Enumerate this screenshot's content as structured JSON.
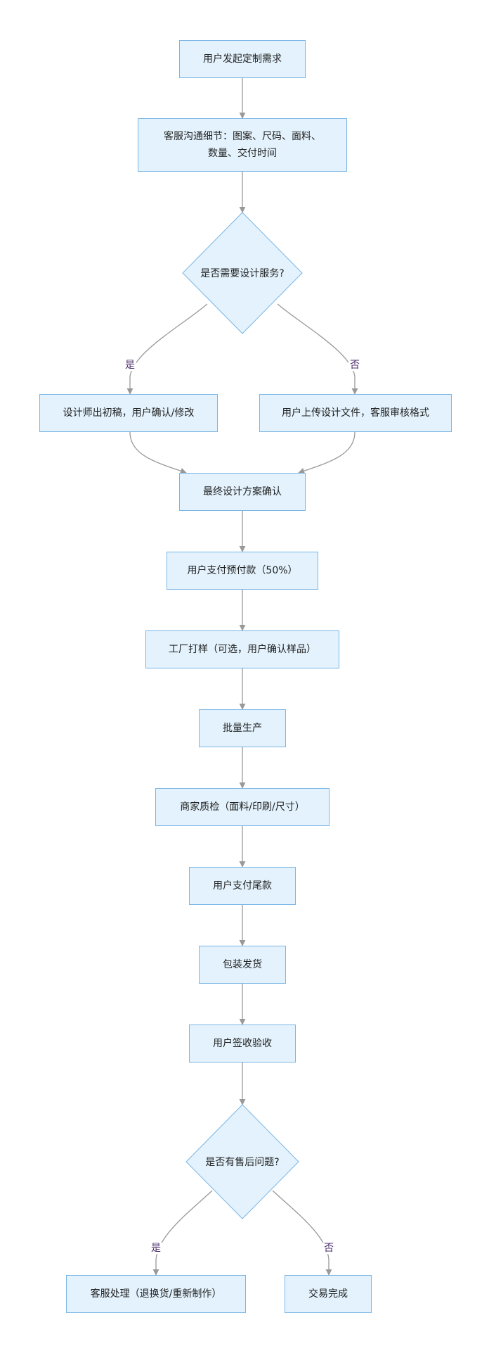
{
  "nodes": {
    "n1": "用户发起定制需求",
    "n2_line1": "客服沟通细节：图案、尺码、面料、",
    "n2_line2": "数量、交付时间",
    "d1": "是否需要设计服务?",
    "n3": "设计师出初稿，用户确认/修改",
    "n4": "用户上传设计文件，客服审核格式",
    "n5": "最终设计方案确认",
    "n6": "用户支付预付款（50%）",
    "n7": "工厂打样（可选，用户确认样品）",
    "n8": "批量生产",
    "n9": "商家质检（面料/印刷/尺寸）",
    "n10": "用户支付尾款",
    "n11": "包装发货",
    "n12": "用户签收验收",
    "d2": "是否有售后问题?",
    "n13": "客服处理（退换货/重新制作）",
    "n14": "交易完成"
  },
  "edge_labels": {
    "d1_yes": "是",
    "d1_no": "否",
    "d2_yes": "是",
    "d2_no": "否"
  },
  "colors": {
    "node_fill": "#e3f2fc",
    "node_border": "#7ab6e6",
    "edge": "#999999",
    "edge_label": "#4b2f6b"
  }
}
